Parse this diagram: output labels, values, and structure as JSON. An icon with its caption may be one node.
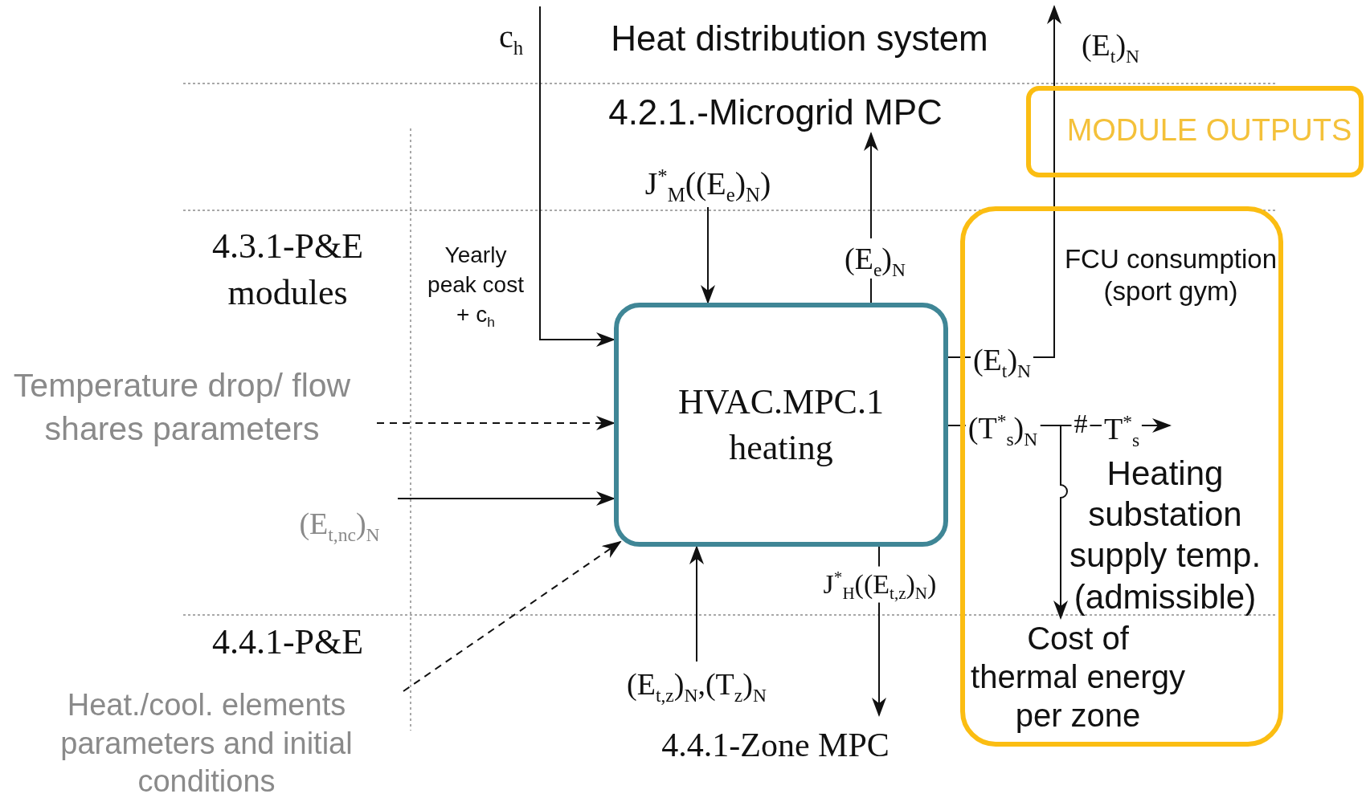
{
  "diagram": {
    "nodes": [
      {
        "text": [
          "4.2.1.-Microgrid MPC"
        ]
      },
      {
        "text": [
          "J$^{*}$$_{M}$((E$_{e}$)$_{N}$)"
        ]
      },
      {
        "text": [
          "HVAC.MPC.1 heating"
        ]
      },
      {
        "text": [
          "Temperature drop/ flow shares parameters"
        ]
      },
      {
        "text": [
          "(E$_{t,nc}$)$_{N}$"
        ]
      },
      {
        "text": [
          "Heat./cool. elements parameters and initial conditions"
        ]
      },
      {
        "text": [
          "(E$_{t,z}$)$_{N}$,(T$_{z}$)$_{N}$"
        ]
      },
      {
        "text": [
          "4.4.1-Zone MPC"
        ]
      },
      {
        "text": [
          "FCU consumption (sport gym)",
          "Heating substation supply temp. (admissible)"
        ]
      },
      {
        "text": [
          "Cost of thermal energy per zone"
        ],
        "in": 8
      },
      {
        "text": [
          "MODULE OUTPUTS"
        ]
      }
    ],
    "edges": [
      {
        "from": 1,
        "to": 2,
        "arrow": "to"
      },
      {
        "from": 2,
        "to": 0,
        "arrow": "to",
        "label": "(E$_{e}$)$_{N}$"
      },
      {
        "from": null,
        "to": 2,
        "arrow": "to"
      },
      {
        "from": 3,
        "to": 2,
        "arrow": "to",
        "style": "dashed"
      },
      {
        "from": 4,
        "to": 2,
        "arrow": "to"
      },
      {
        "from": 5,
        "to": 2,
        "arrow": "to",
        "style": "dashed"
      },
      {
        "from": 6,
        "to": 2,
        "arrow": "to"
      },
      {
        "from": 2,
        "to": 7,
        "arrow": "to",
        "label": "J$^{*}$$_{H}$((E$_{t,z}$)$_{N}$)"
      },
      {
        "from": 2,
        "to": null,
        "arrow": "to",
        "label": "(E$_{t}$)$_{N}$"
      },
      {
        "from": 2,
        "to": null,
        "arrow": "to",
        "label": "(T$^{*}$$_{s}$)$_{N}$"
      },
      {
        "from": 2,
        "to": 9,
        "arrow": "to"
      }
    ],
    "labels": [
      "c$_{h}$",
      "Heat distribution system",
      "(E$_{t}$)$_{N}$",
      "4.3.1-P&E modules",
      "Yearly peak cost + c$_{h}$",
      "#",
      "T$^{*}$$_{s}$",
      "4.4.1-P&E"
    ]
  }
}
